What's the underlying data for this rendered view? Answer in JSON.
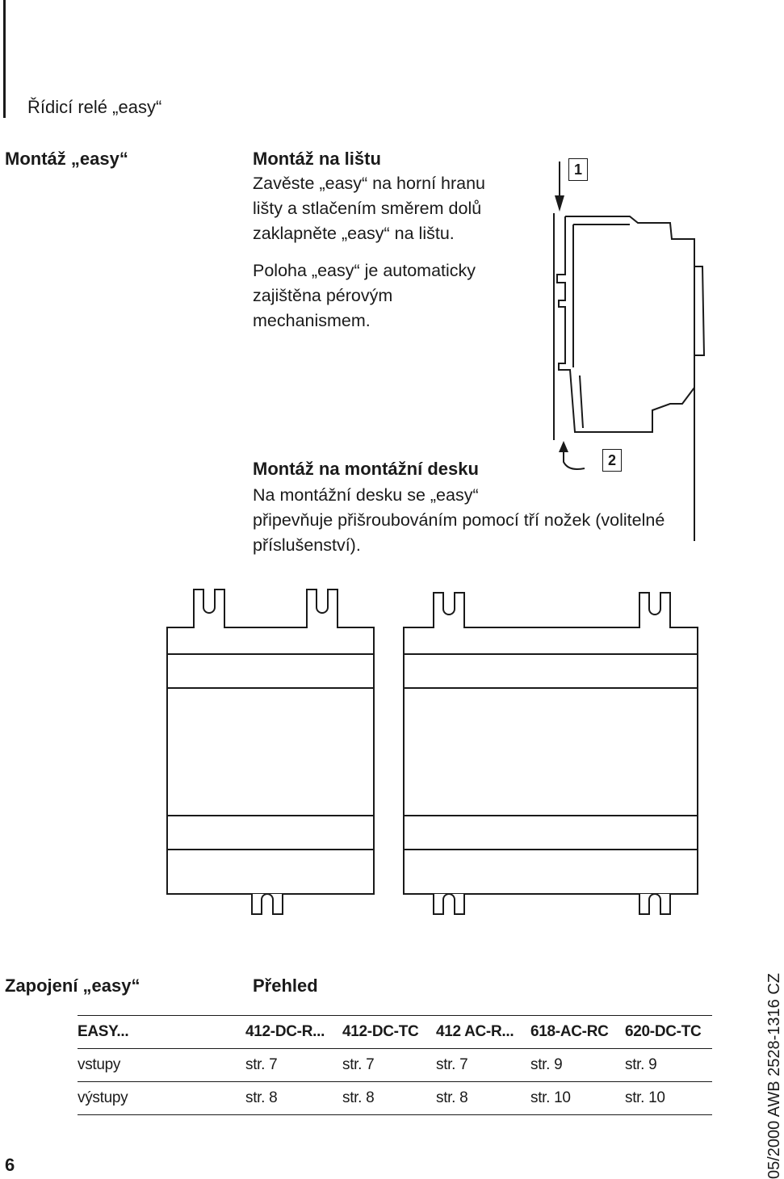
{
  "header": {
    "title": "Řídicí relé „easy“"
  },
  "mounting": {
    "side_heading": "Montáž „easy“",
    "rail": {
      "heading": "Montáž na lištu",
      "text1_lines": [
        "Zavěste „easy“ na horní hranu",
        "lišty a stlačením směrem dolů",
        "zaklapněte „easy“ na lištu."
      ],
      "text2_lines": [
        "Poloha „easy“ je automaticky",
        "zajištěna pérovým",
        "mechanismem."
      ],
      "figure_label": "1"
    },
    "board": {
      "heading": "Montáž na montážní desku",
      "text_lines": [
        "Na montážní desku se „easy“",
        "připevňuje přišroubováním pomocí tří nožek (volitelné",
        "příslušenství)."
      ],
      "figure_label": "2"
    }
  },
  "wiring": {
    "side_heading": "Zapojení „easy“",
    "heading": "Přehled",
    "table": {
      "header": [
        "EASY...",
        "412-DC-R...",
        "412-DC-TC",
        "412 AC-R...",
        "618-AC-RC",
        "620-DC-TC"
      ],
      "rows": [
        [
          "vstupy",
          "str. 7",
          "str. 7",
          "str. 7",
          "str. 9",
          "str. 9"
        ],
        [
          "výstupy",
          "str. 8",
          "str. 8",
          "str. 8",
          "str. 10",
          "str. 10"
        ]
      ]
    }
  },
  "footer": {
    "page_number": "6",
    "doc_code": "05/2000 AWB 2528-1316 CZ"
  }
}
